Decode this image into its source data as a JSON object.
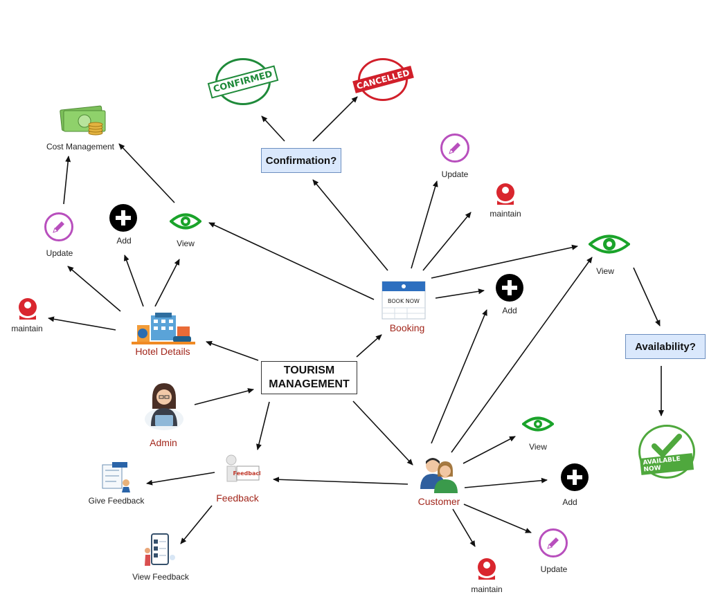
{
  "central": {
    "line1": "TOURISM",
    "line2": "MANAGEMENT"
  },
  "nodes": {
    "admin": "Admin",
    "hotel_details": "Hotel Details",
    "booking": "Booking",
    "customer": "Customer",
    "feedback": "Feedback",
    "cost_management": "Cost Management",
    "confirmation": "Confirmation?",
    "availability": "Availability?"
  },
  "hotel": {
    "update": "Update",
    "add": "Add",
    "view": "View",
    "maintain": "maintain"
  },
  "booking_actions": {
    "update": "Update",
    "maintain": "maintain",
    "view": "View",
    "add": "Add",
    "book_now": "BOOK NOW"
  },
  "customer_actions": {
    "view": "View",
    "add": "Add",
    "update": "Update",
    "maintain": "maintain"
  },
  "feedback_actions": {
    "give": "Give Feedback",
    "view": "View Feedback",
    "sign": "Feedback"
  },
  "stamps": {
    "confirmed": "CONFIRMED",
    "cancelled": "CANCELLED",
    "available": "AVAILABLE NOW"
  },
  "colors": {
    "edge": "#111111",
    "node_label": "#a2261b",
    "decision_fill": "#dae8fc",
    "decision_border": "#6c8ebf",
    "view_icon": "#1aa32a",
    "update_icon": "#b84fbd",
    "maintain_icon": "#d9262e",
    "stamp_green": "#1f8a3a",
    "stamp_red": "#d11f2a"
  },
  "icons": [
    "eye-icon",
    "plus-icon",
    "pencil-icon",
    "gear-hand-icon",
    "money-icon",
    "calendar-icon",
    "hotel-icon",
    "admin-icon",
    "customers-icon",
    "feedback-sign-icon",
    "stamp-icon"
  ]
}
